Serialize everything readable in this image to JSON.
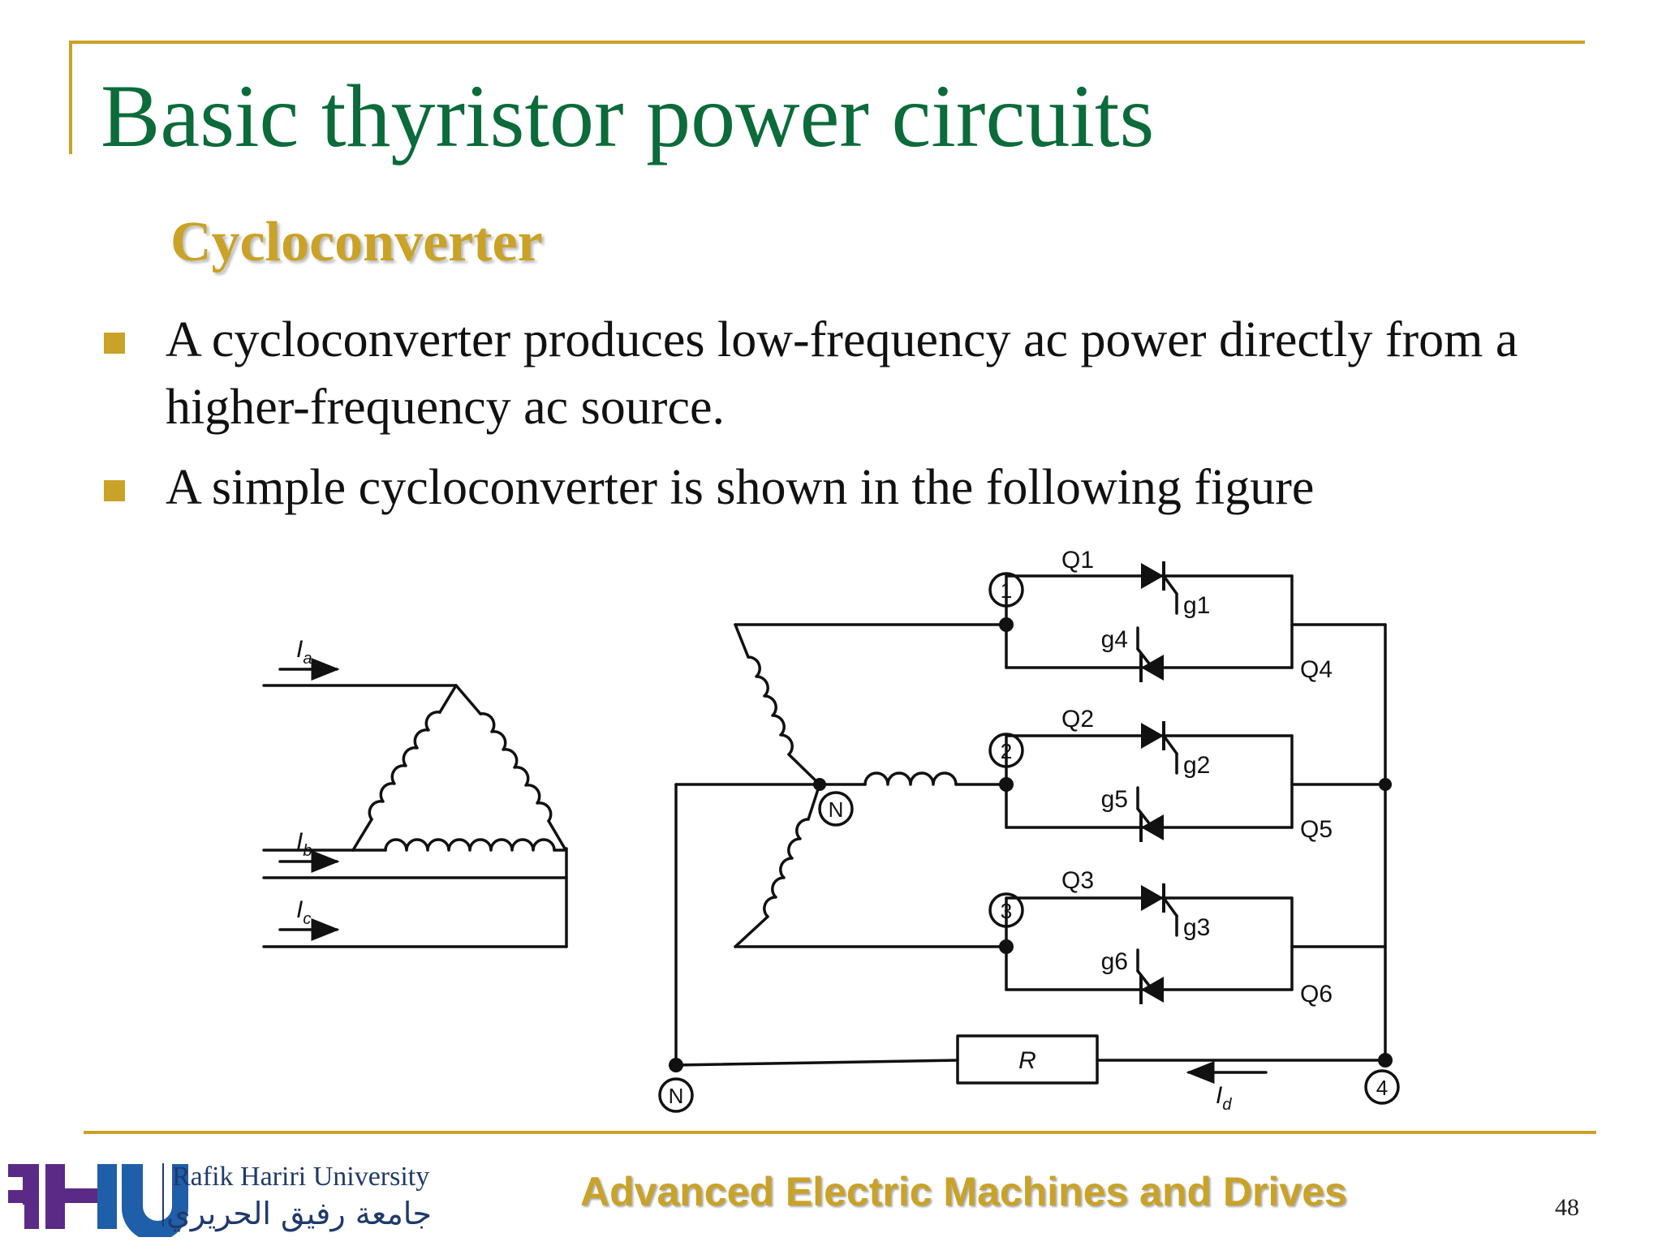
{
  "slide": {
    "title": "Basic thyristor power circuits",
    "subtitle": "Cycloconverter",
    "bullets": [
      "A cycloconverter produces low-frequency ac power directly from a higher-frequency ac source.",
      "A simple cycloconverter is shown in the following figure"
    ],
    "footer": "Advanced Electric Machines and Drives",
    "page_number": "48"
  },
  "logo": {
    "english": "Rafik Hariri University",
    "arabic": "جامعة رفيق الحريري"
  },
  "figure": {
    "current_a": "I",
    "current_a_sub": "a",
    "current_b": "I",
    "current_b_sub": "b",
    "current_c": "I",
    "current_c_sub": "c",
    "current_d": "I",
    "current_d_sub": "d",
    "node_1": "1",
    "node_2": "2",
    "node_3": "3",
    "node_4": "4",
    "neutral_star": "N",
    "neutral_bottom": "N",
    "q1": "Q1",
    "q2": "Q2",
    "q3": "Q3",
    "q4": "Q4",
    "q5": "Q5",
    "q6": "Q6",
    "g1": "g1",
    "g2": "g2",
    "g3": "g3",
    "g4": "g4",
    "g5": "g5",
    "g6": "g6",
    "resistor": "R"
  },
  "colors": {
    "title": "#0b6b3a",
    "accent": "#c9a227",
    "logo_blue": "#1f3a6b",
    "logo_purple": "#5b2a86"
  }
}
